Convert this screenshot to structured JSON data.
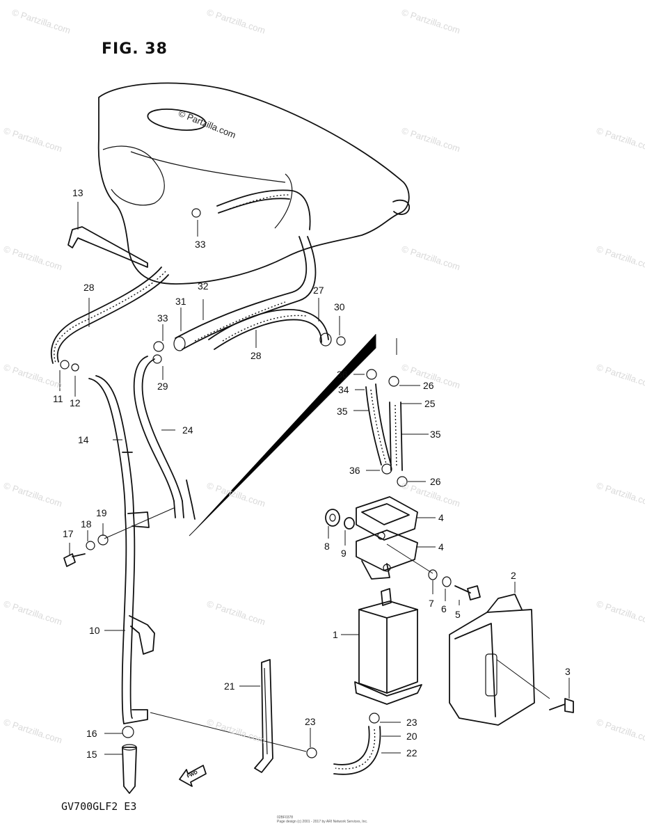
{
  "figure_title": "FIG. 38",
  "model_code": "GV700GLF2  E3",
  "copyright_text": "© Partzilla.com",
  "watermark_text": "© Partzilla.com",
  "footnote_line1": "02BF0378",
  "footnote_line2": "Page design (c) 2001 - 2017 by ARI Network Services, Inc.",
  "fwd_label": "FWD",
  "callouts": [
    {
      "id": "c13",
      "text": "13"
    },
    {
      "id": "c33a",
      "text": "33"
    },
    {
      "id": "c28a",
      "text": "28"
    },
    {
      "id": "c31",
      "text": "31"
    },
    {
      "id": "c32",
      "text": "32"
    },
    {
      "id": "c27",
      "text": "27"
    },
    {
      "id": "c30",
      "text": "30"
    },
    {
      "id": "c33b",
      "text": "33"
    },
    {
      "id": "c28b",
      "text": "28"
    },
    {
      "id": "c29",
      "text": "29"
    },
    {
      "id": "c11",
      "text": "11"
    },
    {
      "id": "c12",
      "text": "12"
    },
    {
      "id": "c36a",
      "text": "36"
    },
    {
      "id": "c26a",
      "text": "26"
    },
    {
      "id": "c34",
      "text": "34"
    },
    {
      "id": "c25",
      "text": "25"
    },
    {
      "id": "c35a",
      "text": "35"
    },
    {
      "id": "c35b",
      "text": "35"
    },
    {
      "id": "c14",
      "text": "14"
    },
    {
      "id": "c24",
      "text": "24"
    },
    {
      "id": "c36b",
      "text": "36"
    },
    {
      "id": "c26b",
      "text": "26"
    },
    {
      "id": "c4a",
      "text": "4"
    },
    {
      "id": "c4b",
      "text": "4"
    },
    {
      "id": "c19",
      "text": "19"
    },
    {
      "id": "c18",
      "text": "18"
    },
    {
      "id": "c17",
      "text": "17"
    },
    {
      "id": "c8",
      "text": "8"
    },
    {
      "id": "c9",
      "text": "9"
    },
    {
      "id": "c2",
      "text": "2"
    },
    {
      "id": "c7",
      "text": "7"
    },
    {
      "id": "c6",
      "text": "6"
    },
    {
      "id": "c5",
      "text": "5"
    },
    {
      "id": "c10",
      "text": "10"
    },
    {
      "id": "c1",
      "text": "1"
    },
    {
      "id": "c3",
      "text": "3"
    },
    {
      "id": "c21",
      "text": "21"
    },
    {
      "id": "c23a",
      "text": "23"
    },
    {
      "id": "c23b",
      "text": "23"
    },
    {
      "id": "c20",
      "text": "20"
    },
    {
      "id": "c16",
      "text": "16"
    },
    {
      "id": "c22",
      "text": "22"
    },
    {
      "id": "c15",
      "text": "15"
    }
  ]
}
